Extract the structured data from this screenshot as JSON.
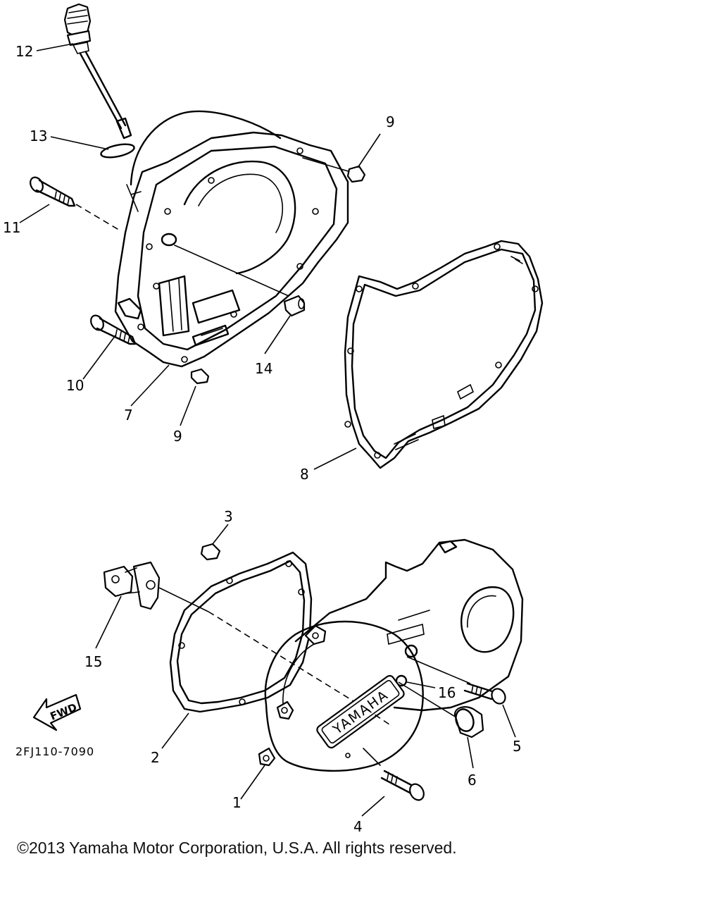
{
  "labels": {
    "l12": "12",
    "l13": "13",
    "l11": "11",
    "l10": "10",
    "l7": "7",
    "l9a": "9",
    "l9b": "9",
    "l14": "14",
    "l8": "8",
    "l3": "3",
    "l15": "15",
    "l2": "2",
    "l1": "1",
    "l4": "4",
    "l6": "6",
    "l5": "5",
    "l16": "16"
  },
  "fwd_label": "FWD",
  "brand_label": "YAMAHA",
  "figure_code": "2FJ110-7090",
  "copyright": "©2013 Yamaha Motor Corporation, U.S.A. All rights reserved."
}
